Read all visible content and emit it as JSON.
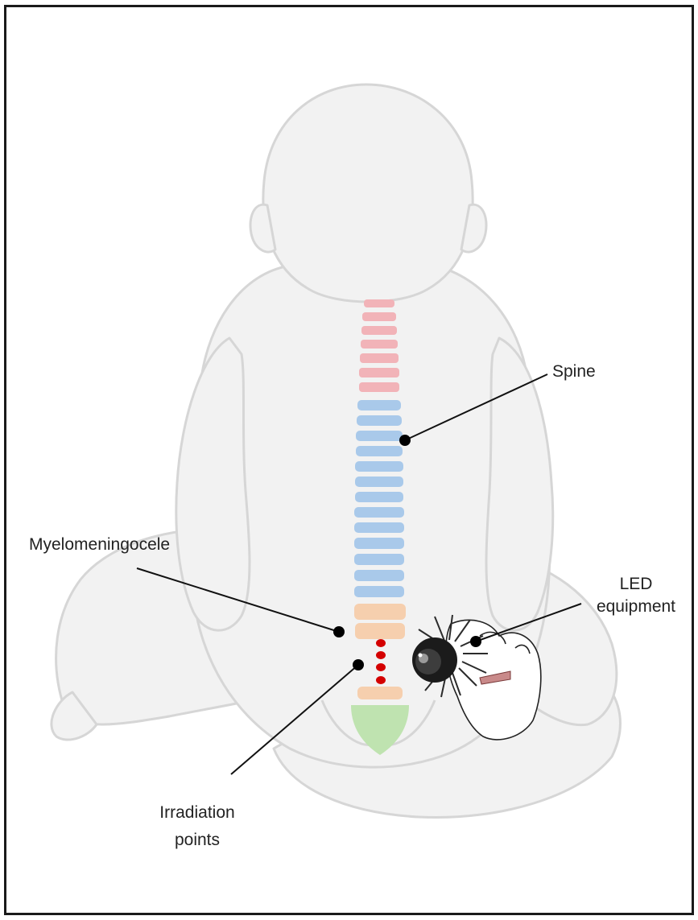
{
  "figure": {
    "labels": {
      "spine": "Spine",
      "myelomeningocele": "Myelomeningocele",
      "led_line1": "LED",
      "led_line2": "equipment",
      "irradiation_line1": "Irradiation",
      "irradiation_line2": "points"
    },
    "colors": {
      "body_fill": "#f2f2f2",
      "body_outline": "#d6d6d6",
      "cervical": "#f2b3b8",
      "thoracic": "#a9c9ea",
      "lumbar": "#f6cfae",
      "sacrum": "#bfe3b0",
      "irradiation_point": "#d40000",
      "leader_line": "#111111",
      "frame": "#1a1a1a"
    },
    "icons": [
      "led-device-icon",
      "hand-icon"
    ]
  }
}
